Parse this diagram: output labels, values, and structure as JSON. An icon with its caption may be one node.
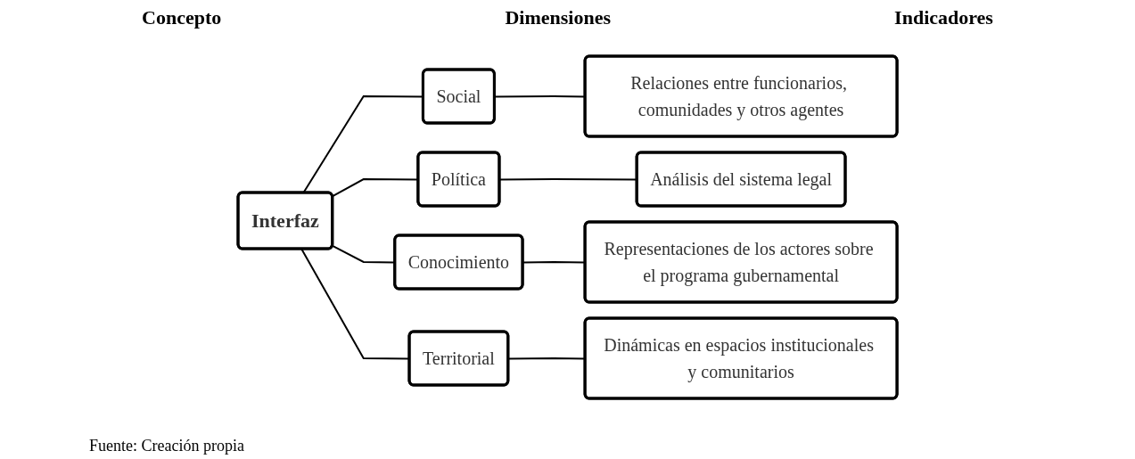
{
  "diagram": {
    "caption": "Fuente: Creación propia",
    "nodes": [
      {
        "text": [
          "Interfaz"
        ]
      },
      {
        "text": [
          "Social"
        ]
      },
      {
        "text": [
          "Política"
        ]
      },
      {
        "text": [
          "Conocimiento"
        ]
      },
      {
        "text": [
          "Territorial"
        ]
      },
      {
        "text": [
          "Relaciones entre funcionarios, comunidades y otros agentes"
        ]
      },
      {
        "text": [
          "Análisis del sistema legal"
        ]
      },
      {
        "text": [
          "Representaciones de los actores sobre el programa gubernamental"
        ]
      },
      {
        "text": [
          "Dinámicas en espacios institucionales y comunitarios"
        ]
      }
    ],
    "edges": [
      {
        "from": 0,
        "to": 1,
        "arrow": "none"
      },
      {
        "from": 0,
        "to": 2,
        "arrow": "none"
      },
      {
        "from": 0,
        "to": 3,
        "arrow": "none"
      },
      {
        "from": 0,
        "to": 4,
        "arrow": "none"
      },
      {
        "from": 1,
        "to": 5,
        "arrow": "none"
      },
      {
        "from": 2,
        "to": 6,
        "arrow": "none"
      },
      {
        "from": 3,
        "to": 7,
        "arrow": "none"
      },
      {
        "from": 4,
        "to": 8,
        "arrow": "none"
      }
    ],
    "labels": [
      "Concepto",
      "Dimensiones",
      "Indicadores"
    ]
  }
}
